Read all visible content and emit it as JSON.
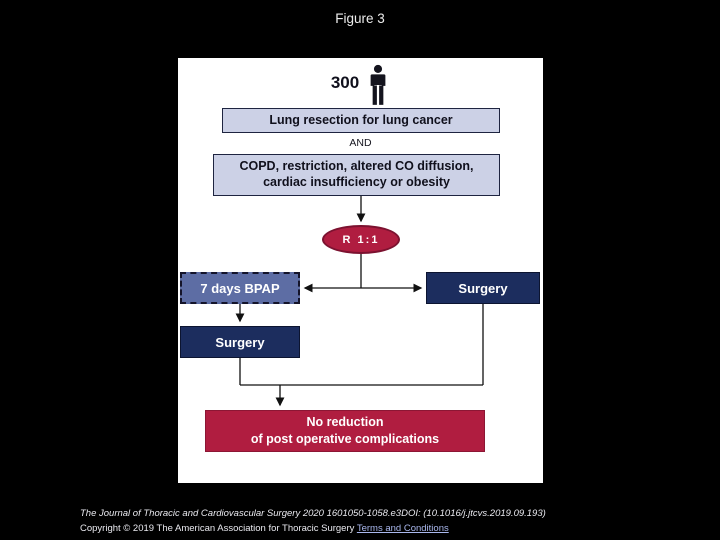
{
  "figure": {
    "title": "Figure 3"
  },
  "colors": {
    "background": "#000000",
    "panel": "#ffffff",
    "inclusion_fill": "#ccd1e6",
    "inclusion_border": "#1e2440",
    "randomization_fill": "#b01d40",
    "bpap_fill": "#5d6da4",
    "surgery_fill": "#1c2d5e",
    "outcome_fill": "#b01d40"
  },
  "diagram": {
    "population_count": "300",
    "population_icon": "person-icon",
    "inclusion_primary": "Lung resection for lung cancer",
    "and_connector": "AND",
    "inclusion_secondary": "COPD, restriction, altered CO diffusion, cardiac insufficiency or obesity",
    "randomization": "R 1:1",
    "arm_bpap": "7 days BPAP",
    "arm_surgery": "Surgery",
    "bpap_followup": "Surgery",
    "outcome_line1": "No reduction",
    "outcome_line2": "of post operative complications"
  },
  "footer": {
    "citation": "The Journal of Thoracic and Cardiovascular Surgery 2020 1601050-1058.e3DOI: (10.1016/j.jtcvs.2019.09.193)",
    "copyright": "Copyright © 2019 The American Association for Thoracic Surgery ",
    "terms_link": "Terms and Conditions"
  }
}
